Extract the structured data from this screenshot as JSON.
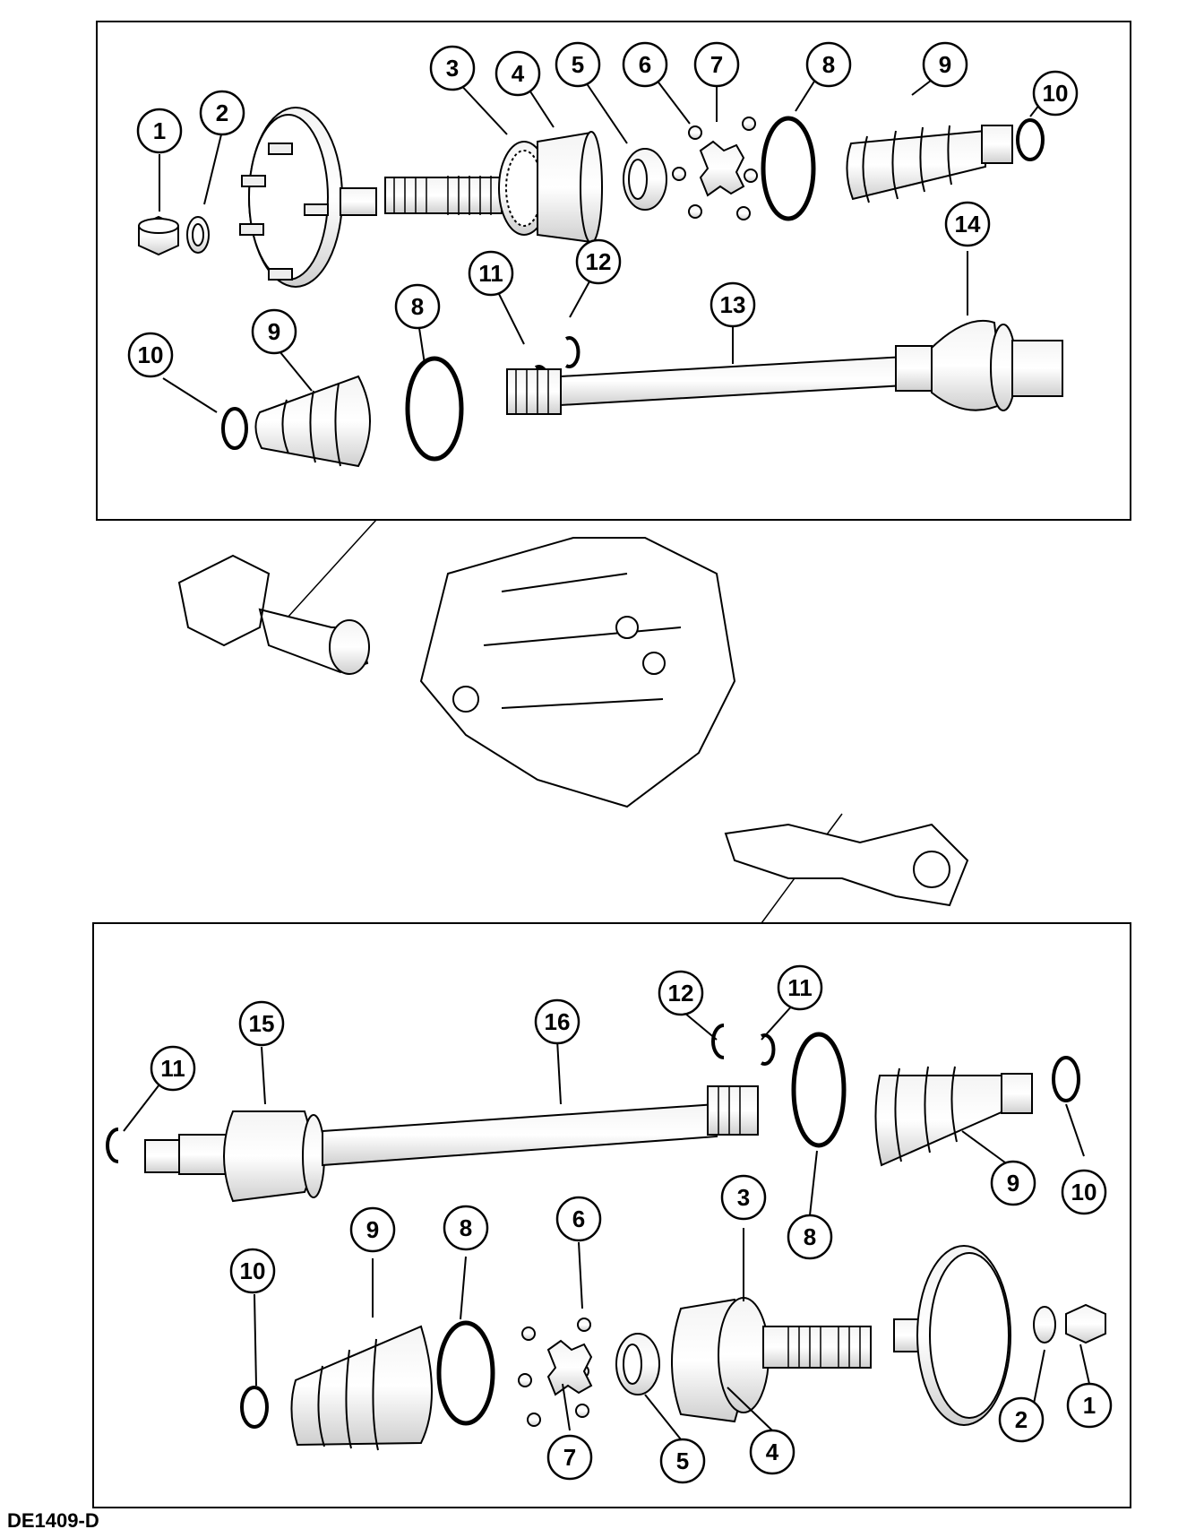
{
  "figure": {
    "id": "DE1409-D",
    "colors": {
      "ink": "#000000",
      "paper": "#ffffff",
      "shade": "#d8d8d8"
    }
  },
  "upper_callouts": [
    "1",
    "2",
    "3",
    "4",
    "5",
    "6",
    "7",
    "8",
    "9",
    "10",
    "11",
    "12",
    "13",
    "14",
    "10",
    "9",
    "8"
  ],
  "lower_callouts": [
    "12",
    "11",
    "11",
    "15",
    "16",
    "8",
    "9",
    "10",
    "10",
    "9",
    "8",
    "6",
    "7",
    "5",
    "3",
    "4",
    "2",
    "1"
  ]
}
